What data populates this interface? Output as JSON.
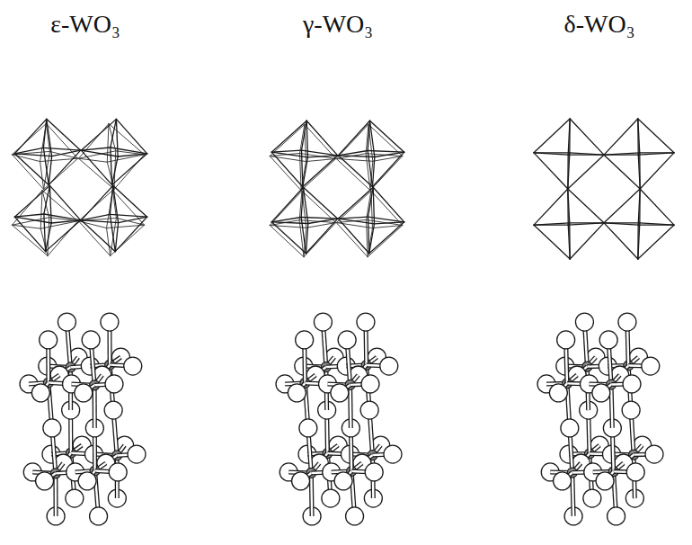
{
  "diagram": {
    "labels": [
      "ε-WO₃",
      "γ-WO₃",
      "δ-WO₃"
    ]
  }
}
